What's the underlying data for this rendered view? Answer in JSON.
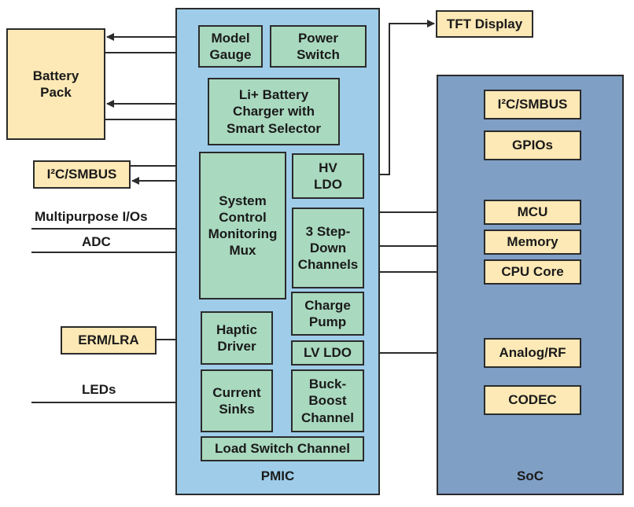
{
  "external": {
    "battery_pack": "Battery\nPack",
    "i2c_smbus": "I²C/SMBUS",
    "multipurpose_io": "Multipurpose I/Os",
    "adc": "ADC",
    "erm_lra": "ERM/LRA",
    "leds": "LEDs",
    "tft_display": "TFT Display"
  },
  "pmic": {
    "label": "PMIC",
    "model_gauge": "Model\nGauge",
    "power_switch": "Power\nSwitch",
    "battery_charger": "Li+ Battery\nCharger with\nSmart Selector",
    "system_control_mux": "System\nControl\nMonitoring\nMux",
    "hv_ldo": "HV\nLDO",
    "step_down": "3 Step-\nDown\nChannels",
    "charge_pump": "Charge\nPump",
    "lv_ldo": "LV LDO",
    "haptic_driver": "Haptic\nDriver",
    "current_sinks": "Current\nSinks",
    "buck_boost": "Buck-\nBoost\nChannel",
    "load_switch": "Load Switch Channel"
  },
  "soc": {
    "label": "SoC",
    "i2c_smbus": "I²C/SMBUS",
    "gpios": "GPIOs",
    "mcu": "MCU",
    "memory": "Memory",
    "cpu_core": "CPU Core",
    "analog_rf": "Analog/RF",
    "codec": "CODEC"
  },
  "colors": {
    "pmic_fill": "#9fcde9",
    "soc_fill": "#7f9fc5",
    "block_fill": "#a9d9bf",
    "external_fill": "#fde9b6",
    "line": "#2b2b2b"
  }
}
